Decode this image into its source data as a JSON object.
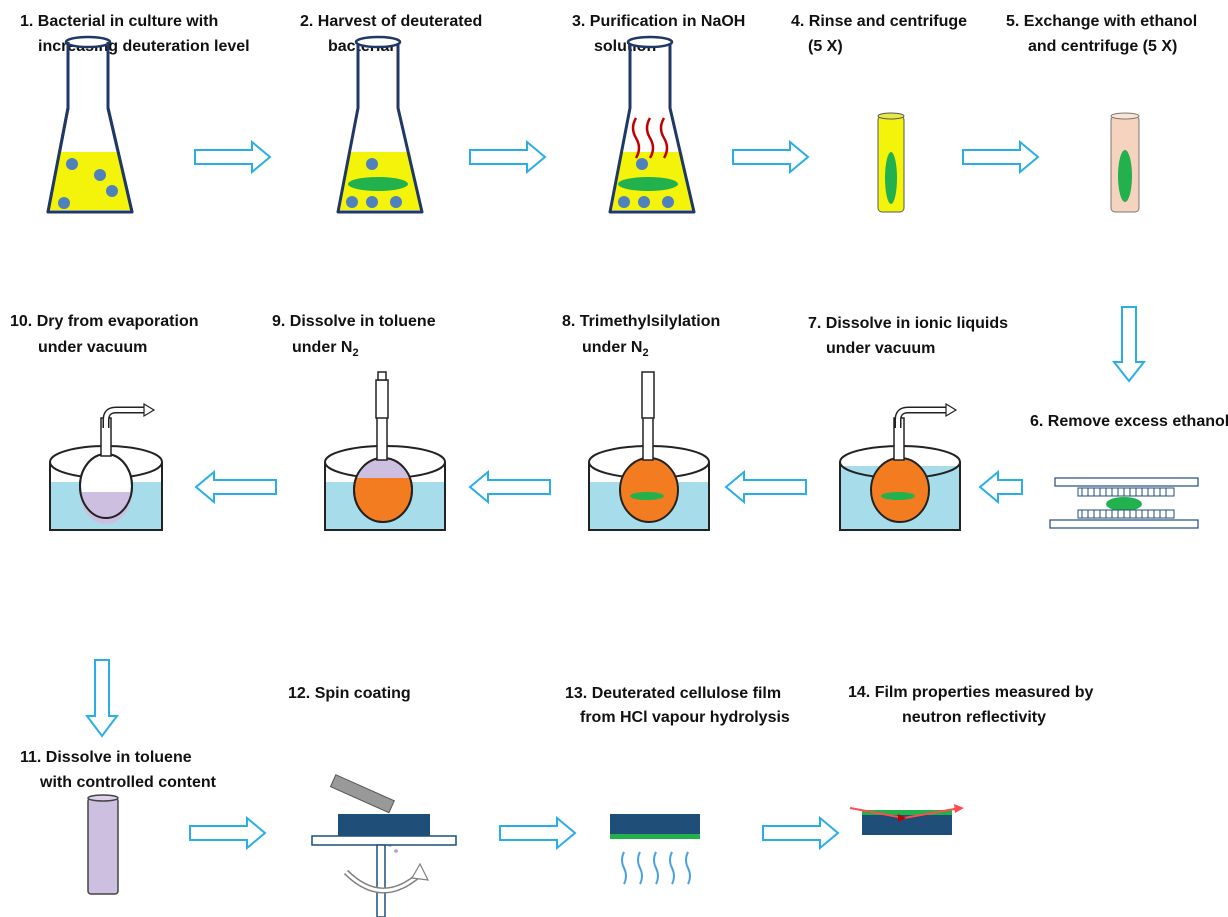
{
  "steps": [
    {
      "id": 1,
      "lines": [
        "1. Bacterial in culture with",
        "increasing deuteration level"
      ]
    },
    {
      "id": 2,
      "lines": [
        "2. Harvest of deuterated",
        "bacterial"
      ]
    },
    {
      "id": 3,
      "lines": [
        "3. Purification in NaOH",
        "solution"
      ]
    },
    {
      "id": 4,
      "lines": [
        "4. Rinse and centrifuge",
        "(5 X)"
      ]
    },
    {
      "id": 5,
      "lines": [
        "5. Exchange with ethanol",
        "and centrifuge (5 X)"
      ]
    },
    {
      "id": 6,
      "lines": [
        "6. Remove excess ethanol"
      ]
    },
    {
      "id": 7,
      "lines": [
        "7. Dissolve in ionic liquids",
        "under vacuum"
      ]
    },
    {
      "id": 8,
      "lines": [
        "8. Trimethylsilylation",
        "under N"
      ],
      "subscript": "2"
    },
    {
      "id": 9,
      "lines": [
        "9. Dissolve in toluene",
        "under N"
      ],
      "subscript": "2"
    },
    {
      "id": 10,
      "lines": [
        "10. Dry from evaporation",
        "under vacuum"
      ]
    },
    {
      "id": 11,
      "lines": [
        "11. Dissolve in toluene",
        "with controlled content"
      ]
    },
    {
      "id": 12,
      "lines": [
        "12. Spin coating"
      ]
    },
    {
      "id": 13,
      "lines": [
        "13. Deuterated cellulose film",
        "from HCl vapour hydrolysis"
      ]
    },
    {
      "id": 14,
      "lines": [
        "14. Film properties measured by",
        "neutron reflectivity"
      ]
    }
  ],
  "colors": {
    "culture": "#f4f40a",
    "bacteria": "#4f81bd",
    "cellulose": "#22b14c",
    "flask_outline": "#1f3864",
    "ethanol_tube": "#f6d3bf",
    "bath": "#a7dcea",
    "orange_solution": "#f47c20",
    "lilac": "#cdbfe0",
    "arrow": "#29aee6",
    "substrate": "#1f4e79",
    "heat": "#c00000"
  }
}
